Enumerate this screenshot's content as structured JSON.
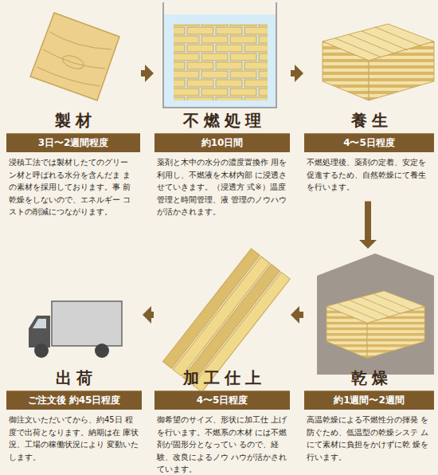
{
  "diagram": {
    "nodes": [
      {
        "text": [
          "製材",
          "3日〜2週間程度",
          "浸積工法では製材したてのグリー ン材と呼ばれる水分を含んだま まの素材を採用しております。事 前乾燥をしないので、エネルギー コストの削減につながります。"
        ]
      },
      {
        "text": [
          "不燃処理",
          "約10日間",
          "薬剤と木中の水分の濃度置換作 用を利用し、不燃液を木材内部 に浸透させていきます。（浸透方 式※）温度管理と時間管理、液 管理のノウハウが活かされます。"
        ]
      },
      {
        "text": [
          "養生",
          "4〜5日程度",
          "不燃処理後、薬剤の定着、安定を 促進するため、自然乾燥にて養生 を行います。"
        ]
      },
      {
        "text": [
          "乾燥",
          "約1週間〜2週間",
          "高温乾燥による不燃性分の揮発 を防ぐため、低温型の乾燥システ ムにて素材に負担をかけずに乾 燥を行います。"
        ]
      },
      {
        "text": [
          "加工仕上",
          "4〜5日程度",
          "御希望のサイズ、形状に加工仕 上げを行います。不燃系の木材 には不燃剤が固形分となってい るので、経験、改良によるノウ ハウが活かされています。"
        ]
      },
      {
        "text": [
          "出荷",
          "ご注文後 約45日程度",
          "御注文いただいてから、約45日 程度で出荷となります。納期は在 庫状況、工場の稼働状況により 変動いたします。"
        ]
      }
    ],
    "edges": [
      {
        "from": 0,
        "to": 1,
        "arrow": "to"
      },
      {
        "from": 1,
        "to": 2,
        "arrow": "to"
      },
      {
        "from": 2,
        "to": 3,
        "arrow": "to"
      },
      {
        "from": 3,
        "to": 4,
        "arrow": "to"
      },
      {
        "from": 4,
        "to": 5,
        "arrow": "to"
      }
    ]
  }
}
